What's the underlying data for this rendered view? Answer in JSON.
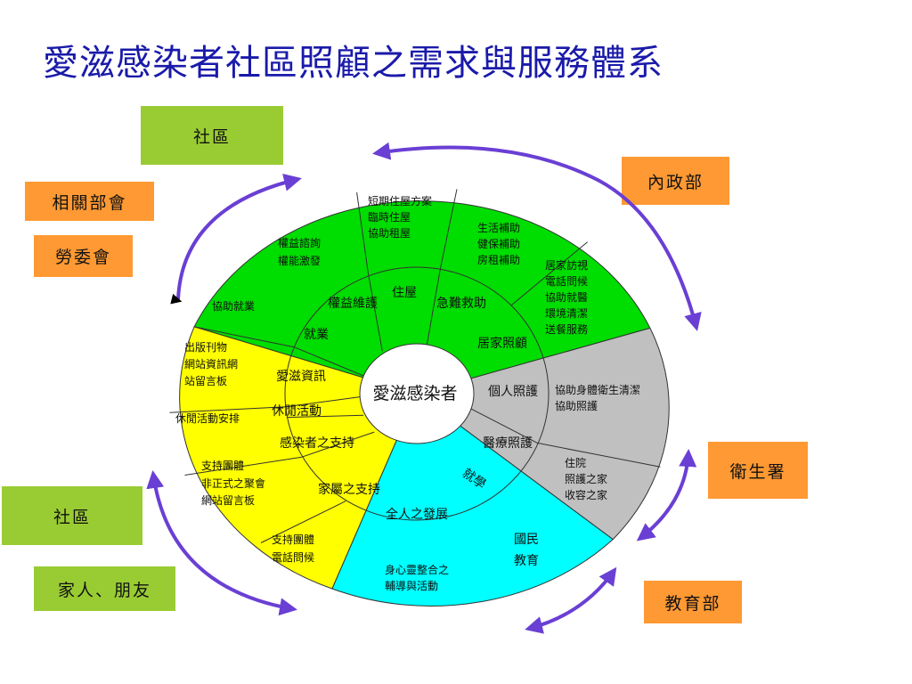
{
  "title": "愛滋感染者社區照顧之需求與服務體系",
  "boxes": {
    "community_top": "社區",
    "related_ministries": "相關部會",
    "labor_council": "勞委會",
    "interior_ministry": "內政部",
    "health_dept": "衛生署",
    "education_ministry": "教育部",
    "community_bottom": "社區",
    "family_friends": "家人、朋友"
  },
  "center": "愛滋感染者",
  "inner_ring": {
    "housing": "住屋",
    "emergency_aid": "急難救助",
    "home_care": "居家照顧",
    "personal_care": "個人照護",
    "medical_care": "醫療照護",
    "schooling": "就學",
    "holistic_development": "全人之發展",
    "family_support": "家屬之支持",
    "infected_support": "感染者之支持",
    "leisure": "休閒活動",
    "aids_info": "愛滋資訊",
    "employment": "就業",
    "rights_protection": "權益維護"
  },
  "outer_ring": {
    "short_housing": [
      "短期住屋方案",
      "臨時住屋",
      "協助租屋"
    ],
    "living_subsidy": [
      "生活補助",
      "健保補助",
      "房租補助"
    ],
    "home_services": [
      "居家訪視",
      "電話問候",
      "協助就醫",
      "環境清潔",
      "送餐服務"
    ],
    "hygiene": [
      "協助身體衛生清潔",
      "協助照護"
    ],
    "residential": [
      "住院",
      "照護之家",
      "收容之家"
    ],
    "national_education": [
      "國民",
      "教育"
    ],
    "counseling": [
      "身心靈整合之",
      "輔導與活動"
    ],
    "phone_support": [
      "支持團體",
      "電話問候"
    ],
    "support_groups": [
      "支持團體",
      "非正式之聚會",
      "網站留言板"
    ],
    "leisure_arrange": [
      "休閒活動安排"
    ],
    "publications": [
      "出版刊物",
      "網站資訊網",
      "站留言板"
    ],
    "job_assist": [
      "協助就業"
    ],
    "rights_consult": [
      "權益諮詢",
      "權能激發"
    ]
  },
  "colors": {
    "title": "#1a1aaa",
    "green_sector": "#00dd00",
    "gray_sector": "#c0c0c0",
    "cyan_sector": "#00ffff",
    "yellow_sector": "#ffff00",
    "arrow": "#6a3fd4",
    "green_box": "#99cc33",
    "orange_box": "#ff9933"
  }
}
